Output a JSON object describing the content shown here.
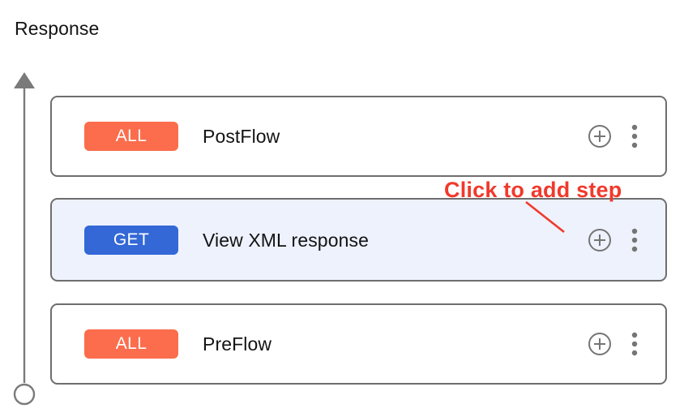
{
  "page": {
    "title": "Response"
  },
  "axis": {
    "direction": "up",
    "start_marker": "circle",
    "end_marker": "arrowhead",
    "color": "#7a7a7a"
  },
  "colors": {
    "badge_all": "#fb6d4c",
    "badge_get": "#3368d6",
    "row_highlight": "#edf2fd",
    "card_border": "#6e6e6e",
    "icon_gray": "#757575",
    "annotation_red": "#f1392b",
    "text": "#131313"
  },
  "flow": {
    "rows": [
      {
        "badge": "ALL",
        "badge_kind": "all",
        "label": "PostFlow",
        "selected": false,
        "add_icon": "plus-circle-icon",
        "menu_icon": "kebab-menu-icon"
      },
      {
        "badge": "GET",
        "badge_kind": "get",
        "label": "View XML response",
        "selected": true,
        "add_icon": "plus-circle-icon",
        "menu_icon": "kebab-menu-icon"
      },
      {
        "badge": "ALL",
        "badge_kind": "all",
        "label": "PreFlow",
        "selected": false,
        "add_icon": "plus-circle-icon",
        "menu_icon": "kebab-menu-icon"
      }
    ]
  },
  "annotation": {
    "text": "Click to add step",
    "points_to": "plus-circle-icon of View XML response row"
  }
}
